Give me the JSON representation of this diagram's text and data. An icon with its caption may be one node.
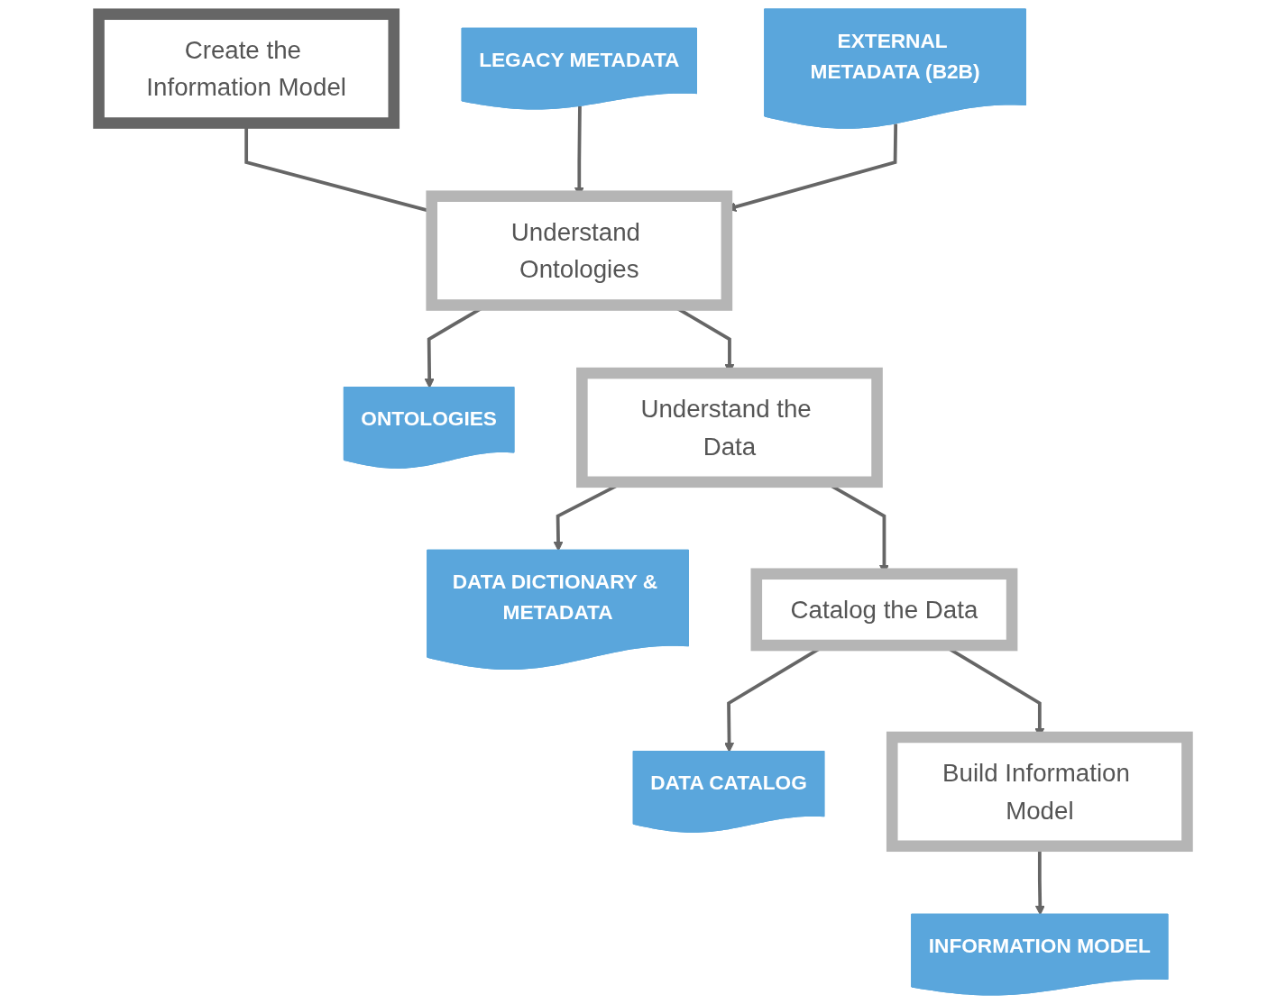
{
  "diagram": {
    "nodes": [
      {
        "text": [
          "Create the Information Model"
        ]
      },
      {
        "text": [
          "LEGACY METADATA"
        ]
      },
      {
        "text": [
          "Understand Ontologies"
        ]
      },
      {
        "text": [
          "ONTOLOGIES"
        ]
      },
      {
        "text": [
          "EXTERNAL METADATA (B2B)"
        ]
      },
      {
        "text": [
          "Understand the Data"
        ]
      },
      {
        "text": [
          "DATA DICTIONARY & METADATA"
        ]
      },
      {
        "text": [
          "Catalog the Data"
        ]
      },
      {
        "text": [
          "DATA CATALOG"
        ]
      },
      {
        "text": [
          "Build Information Model"
        ]
      },
      {
        "text": [
          "INFORMATION MODEL"
        ]
      }
    ],
    "edges": [
      {
        "from": 0,
        "to": 2,
        "arrow": "none"
      },
      {
        "from": 1,
        "to": 2,
        "arrow": "to"
      },
      {
        "from": 4,
        "to": 2,
        "arrow": "to"
      },
      {
        "from": 2,
        "to": 3,
        "arrow": "to"
      },
      {
        "from": 2,
        "to": 5,
        "arrow": "to"
      },
      {
        "from": 5,
        "to": 6,
        "arrow": "to"
      },
      {
        "from": 5,
        "to": 7,
        "arrow": "to"
      },
      {
        "from": 7,
        "to": 8,
        "arrow": "to"
      },
      {
        "from": 7,
        "to": 9,
        "arrow": "to"
      },
      {
        "from": 9,
        "to": 10,
        "arrow": "to"
      }
    ]
  }
}
